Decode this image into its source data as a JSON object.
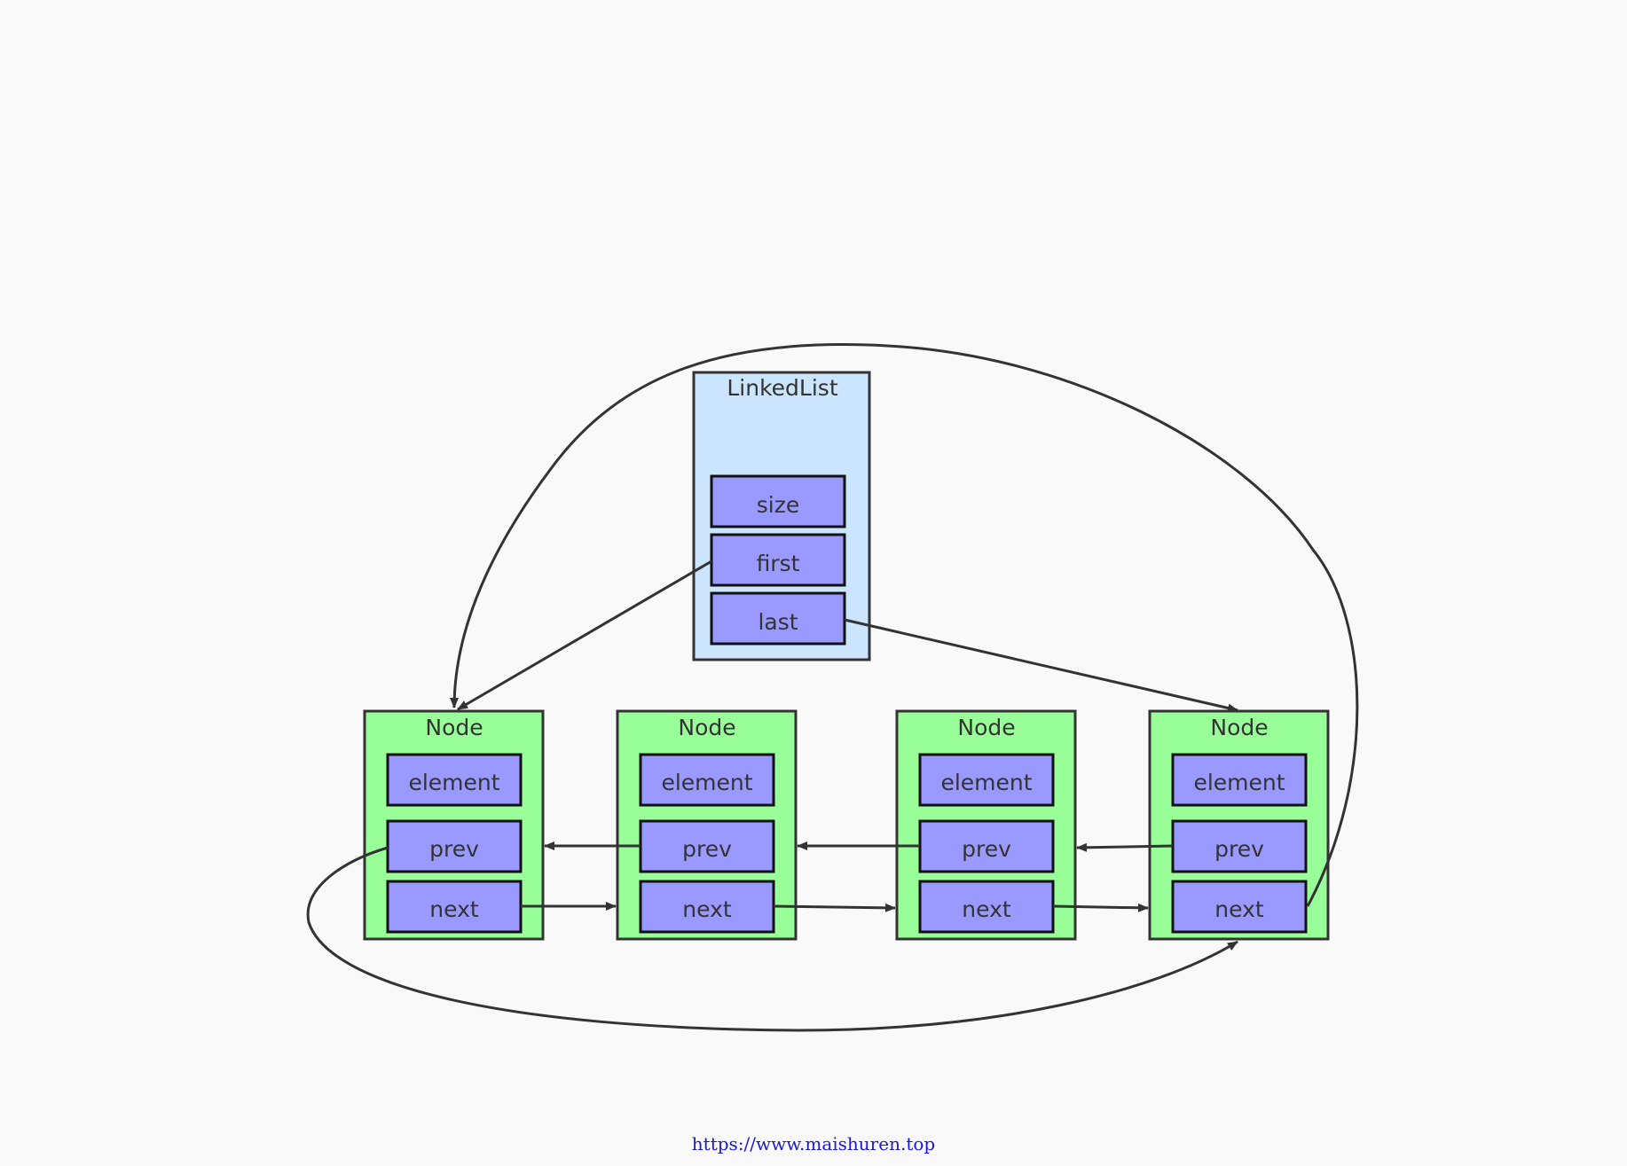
{
  "colors": {
    "background": "#f9f9f9",
    "linkedlist_fill": "#cce5ff",
    "node_fill": "#99ff99",
    "field_fill": "#9999ff",
    "stroke": "#333333",
    "watermark": "#1a1acc"
  },
  "linkedlist": {
    "title": "LinkedList",
    "fields": [
      "size",
      "first",
      "last"
    ]
  },
  "nodes": [
    {
      "title": "Node",
      "fields": [
        "element",
        "prev",
        "next"
      ]
    },
    {
      "title": "Node",
      "fields": [
        "element",
        "prev",
        "next"
      ]
    },
    {
      "title": "Node",
      "fields": [
        "element",
        "prev",
        "next"
      ]
    },
    {
      "title": "Node",
      "fields": [
        "element",
        "prev",
        "next"
      ]
    }
  ],
  "edges": [
    {
      "from": "linkedlist.first",
      "to": "node1"
    },
    {
      "from": "linkedlist.last",
      "to": "node4"
    },
    {
      "from": "node1.next",
      "to": "node2"
    },
    {
      "from": "node2.next",
      "to": "node3"
    },
    {
      "from": "node3.next",
      "to": "node4"
    },
    {
      "from": "node2.prev",
      "to": "node1"
    },
    {
      "from": "node3.prev",
      "to": "node2"
    },
    {
      "from": "node4.prev",
      "to": "node3"
    },
    {
      "from": "node4.next",
      "to": "node1"
    },
    {
      "from": "node1.prev",
      "to": "node4"
    }
  ],
  "watermark": "https://www.maishuren.top"
}
